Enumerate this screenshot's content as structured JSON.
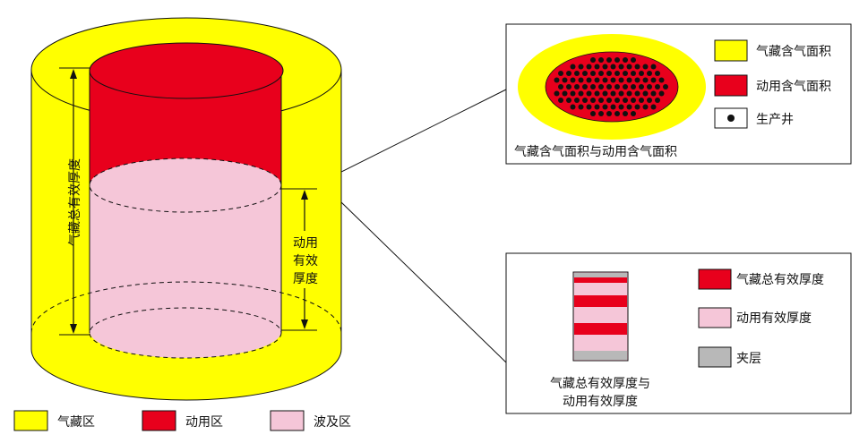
{
  "colors": {
    "yellow": "#ffff00",
    "red": "#e8001c",
    "pink": "#f5c6d8",
    "gray": "#b8b8b8",
    "black": "#111111",
    "white": "#ffffff"
  },
  "cylinder": {
    "total_thickness_label": "气藏总有效厚度",
    "used_thickness_line1": "动用",
    "used_thickness_line2": "有效",
    "used_thickness_line3": "厚度"
  },
  "area_panel": {
    "legend": [
      {
        "label": "气藏含气面积",
        "swatch": "yellow"
      },
      {
        "label": "动用含气面积",
        "swatch": "red"
      },
      {
        "label": "生产井",
        "swatch": "dot"
      }
    ],
    "caption": "气藏含气面积与动用含气面积"
  },
  "thickness_panel": {
    "legend": [
      {
        "label": "气藏总有效厚度",
        "swatch": "red"
      },
      {
        "label": "动用有效厚度",
        "swatch": "pink"
      },
      {
        "label": "夹层",
        "swatch": "gray"
      }
    ],
    "caption_line1": "气藏总有效厚度与",
    "caption_line2": "动用有效厚度"
  },
  "bottom_legend": [
    {
      "label": "气藏区",
      "swatch": "yellow"
    },
    {
      "label": "动用区",
      "swatch": "red"
    },
    {
      "label": "波及区",
      "swatch": "pink"
    }
  ]
}
